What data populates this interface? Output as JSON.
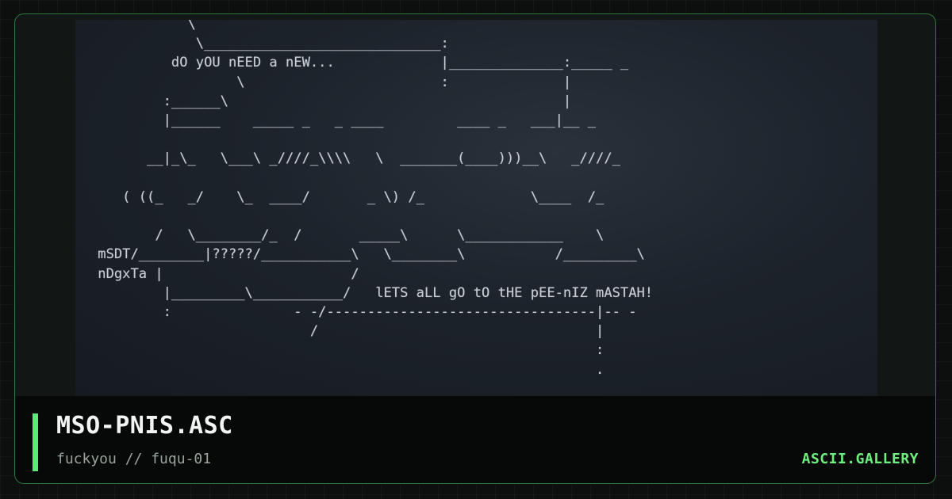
{
  "artwork": {
    "lines": [
      "            \\",
      "             \\_____________________________:",
      "          dO yOU nEED a nEW...             |______________:_____ _",
      "                  \\                        :              |",
      "         :______\\                                         |",
      "         |______    _____ _   _ ____         ____ _   ___|__ _",
      "",
      "       __|_\\_   \\___\\ _////_\\\\\\\\   \\  _______(____)))__\\   _////_",
      "",
      "    ( ((_   _/    \\_  ____/       _ \\) /_             \\____  /_",
      "",
      "        /   \\________/_  /       _____\\      \\____________    \\",
      " mSDT/________|?????/___________\\   \\________\\           /_________\\",
      " nDgxTa |                       /",
      "         |_________\\___________/   lETS aLL gO tO tHE pEE-nIZ mASTAH!",
      "         :               - -/---------------------------------|-- -",
      "                           /                                  |",
      "                                                              :",
      "                                                              ."
    ]
  },
  "footer": {
    "title": "MSO-PNIS.ASC",
    "subtitle": "fuckyou // fuqu-01",
    "brand": "ASCII.GALLERY"
  },
  "colors": {
    "accent": "#5fe877",
    "brand": "#6ef07f",
    "border": "#2f7a3a"
  }
}
